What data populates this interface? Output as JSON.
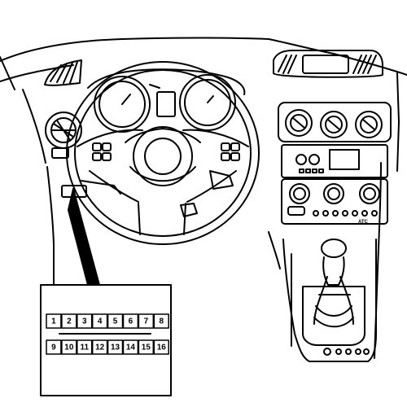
{
  "diagram": {
    "connector": {
      "top_row_pins": [
        "1",
        "2",
        "3",
        "4",
        "5",
        "6",
        "7",
        "8"
      ],
      "bottom_row_pins": [
        "9",
        "10",
        "11",
        "12",
        "13",
        "14",
        "15",
        "16"
      ]
    },
    "console_mark": "ATC"
  }
}
